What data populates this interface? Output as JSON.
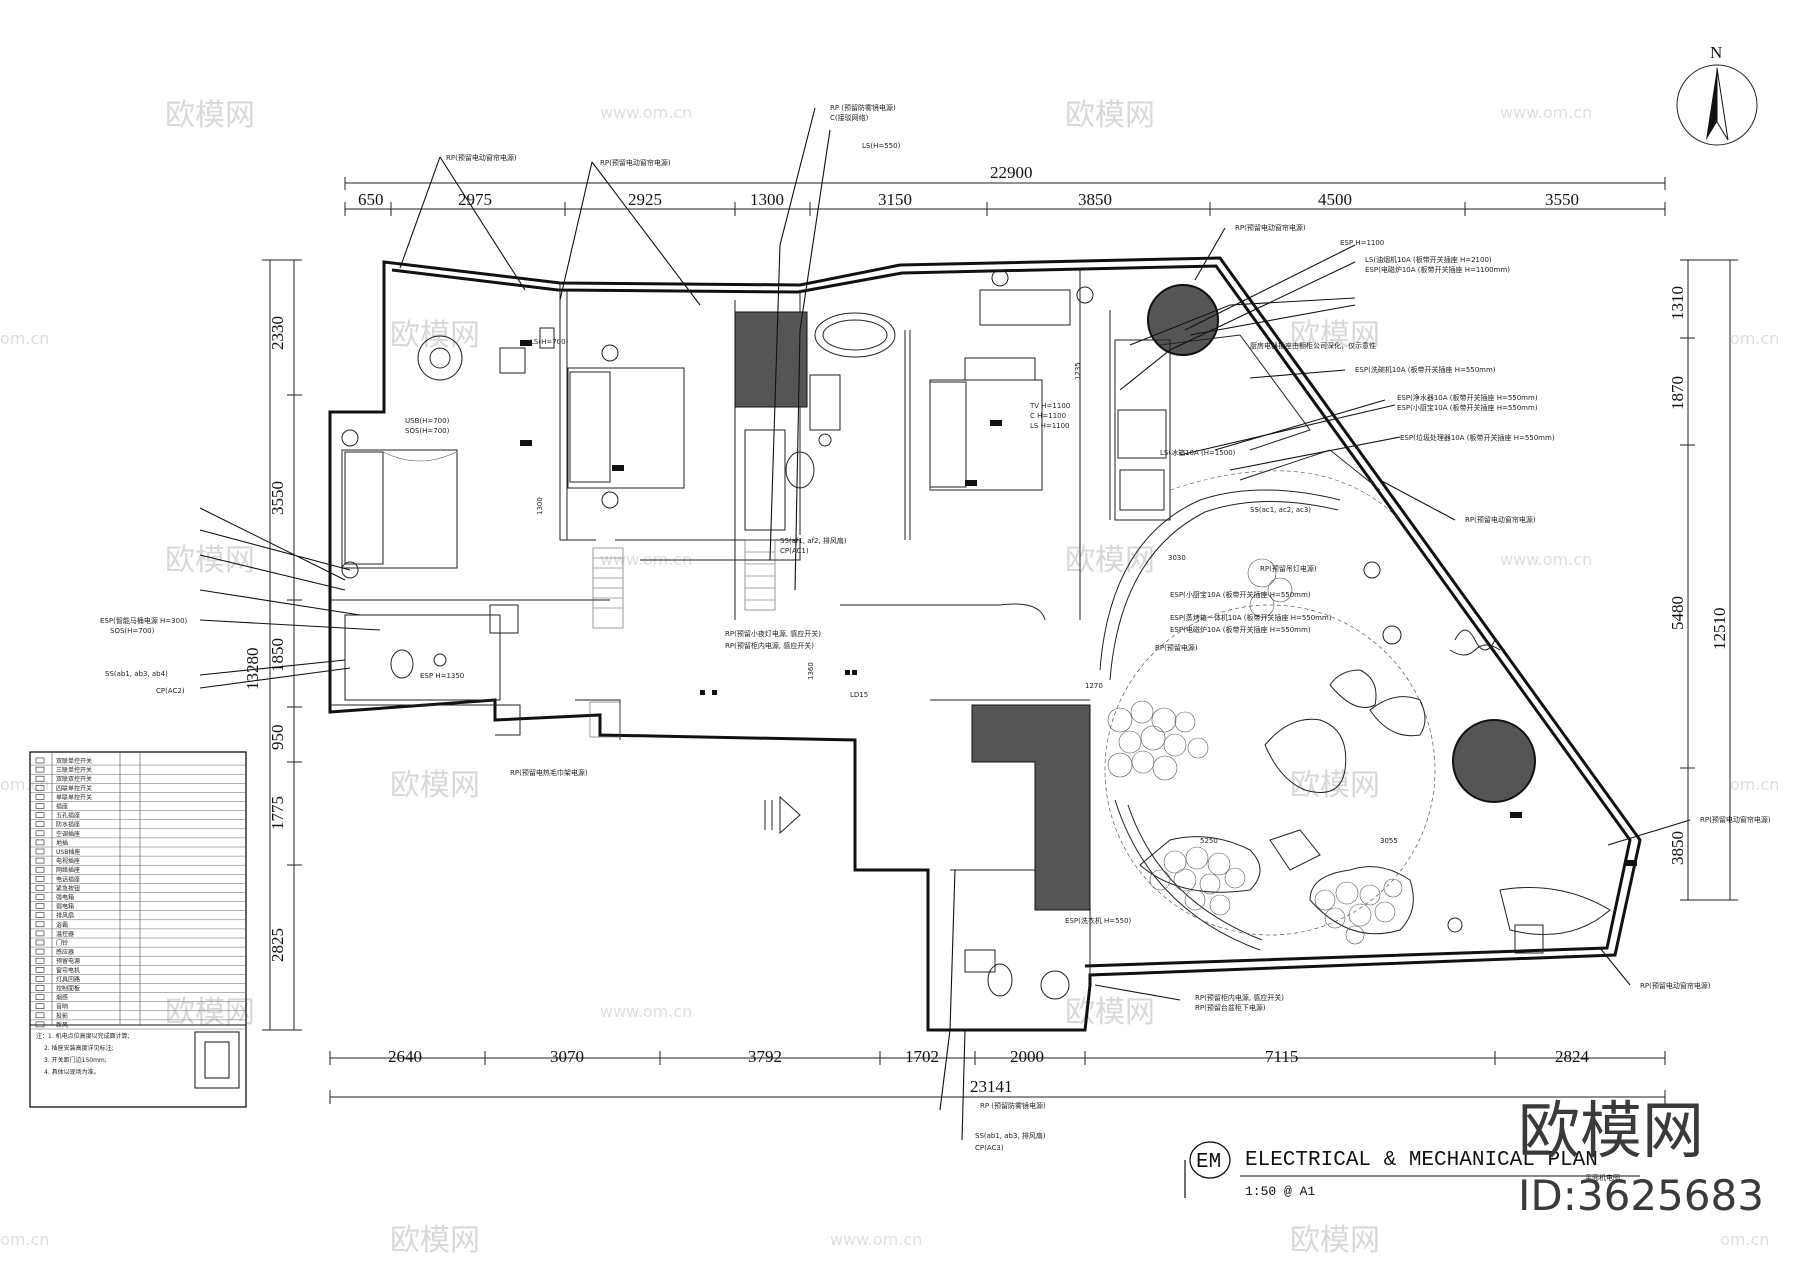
{
  "drawing": {
    "title": "ELECTRICAL & MECHANICAL PLAN",
    "subtitle": "平面机电图",
    "scale": "1:50 @ A1",
    "code": "EM",
    "north": "N"
  },
  "watermark": {
    "brand": "欧模网",
    "site": "www.om.cn",
    "site_short": "om.cn",
    "id": "ID:3625683"
  },
  "dimensions": {
    "top_total": "22900",
    "top": [
      "650",
      "2975",
      "2925",
      "1300",
      "3150",
      "3850",
      "4500",
      "3550"
    ],
    "bottom_total": "23141",
    "bottom": [
      "2640",
      "3070",
      "3792",
      "1702",
      "2000",
      "7115",
      "2824"
    ],
    "left_total": "13280",
    "left": [
      "2330",
      "3550",
      "1850",
      "950",
      "1775",
      "2825"
    ],
    "right_total": "12510",
    "right": [
      "1310",
      "1870",
      "5480",
      "3850"
    ],
    "inner": [
      "1360",
      "1300",
      "1270",
      "3030",
      "5250",
      "3055",
      "1235"
    ]
  },
  "annotations": [
    "RP(预留电动窗帘电源)",
    "RP(预留电动窗帘电源)",
    "RP(预留电动窗帘电源)",
    "RP (预留防雾镜电源)",
    "C(接驳网络)",
    "LS(H=550)",
    "LS(H=700)",
    "USB(H=700)",
    "SOS(H=700)",
    "TV H=1100",
    "C H=1100",
    "LS H=1100",
    "ESP H=1100",
    "LS(油烟机10A (板带开关插座 H=2100)",
    "ESP(电磁炉10A (板带开关插座 H=1100mm)",
    "厨房电器插座由橱柜公司深化，仅示意性",
    "ESP(洗碗机10A (板带开关插座 H=550mm)",
    "ESP(净水器10A (板带开关插座 H=550mm)",
    "ESP(小厨宝10A (板带开关插座 H=550mm)",
    "ESP(垃圾处理器10A (板带开关插座 H=550mm)",
    "LS(冰箱10A (H=1500)",
    "SS(ac1, ac2, ac3)",
    "RP(预留电动窗帘电源)",
    "RP(预留小夜灯电源, 感应开关)",
    "RP(预留柜内电源, 感应开关)",
    "ESP(智能马桶电源 H=300)",
    "SOS(H=700)",
    "SS(ab1, ab3, ab4)",
    "SS(af1, af2, 排风扇)",
    "CP(AC1)",
    "CP(AC2)",
    "ESP H=1350",
    "RP(预留电热毛巾架电源)",
    "ESP(洗衣机 H=550)",
    "RP (预留防雾镜电源)",
    "SS(ab1, ab3, 排风扇)",
    "CP(AC3)",
    "RP(预留柜内电源, 感应开关)",
    "RP(预留台盆柜下电源)",
    "RP(预留电动窗帘电源)",
    "ESP(小厨宝10A (板带开关插座 H=550mm)",
    "ESP(蒸烤箱一体机10A (板带开关插座 H=550mm)",
    "ESP(电磁炉10A (板带开关插座 H=550mm)",
    "RP(预留电源)",
    "RP(预留吊灯电源)",
    "LD15"
  ],
  "legend_rows": [
    "双联单控开关",
    "三联单控开关",
    "双联双控开关",
    "四联单控开关",
    "单联单控开关",
    "插座",
    "五孔插座",
    "防水插座",
    "空调插座",
    "地插",
    "USB插座",
    "电视插座",
    "网络插座",
    "电话插座",
    "紧急按钮",
    "强电箱",
    "弱电箱",
    "排风扇",
    "浴霸",
    "温控器",
    "门铃",
    "感应器",
    "预留电源",
    "窗帘电机",
    "灯具回路",
    "控制面板",
    "烟感",
    "音响",
    "投影",
    "新风"
  ],
  "notes": [
    "注：1. 机电点位高度以完成面计算;",
    "2. 插座安装高度详见标注;",
    "3. 开关距门边150mm;",
    "4. 具体以现场为准。"
  ]
}
